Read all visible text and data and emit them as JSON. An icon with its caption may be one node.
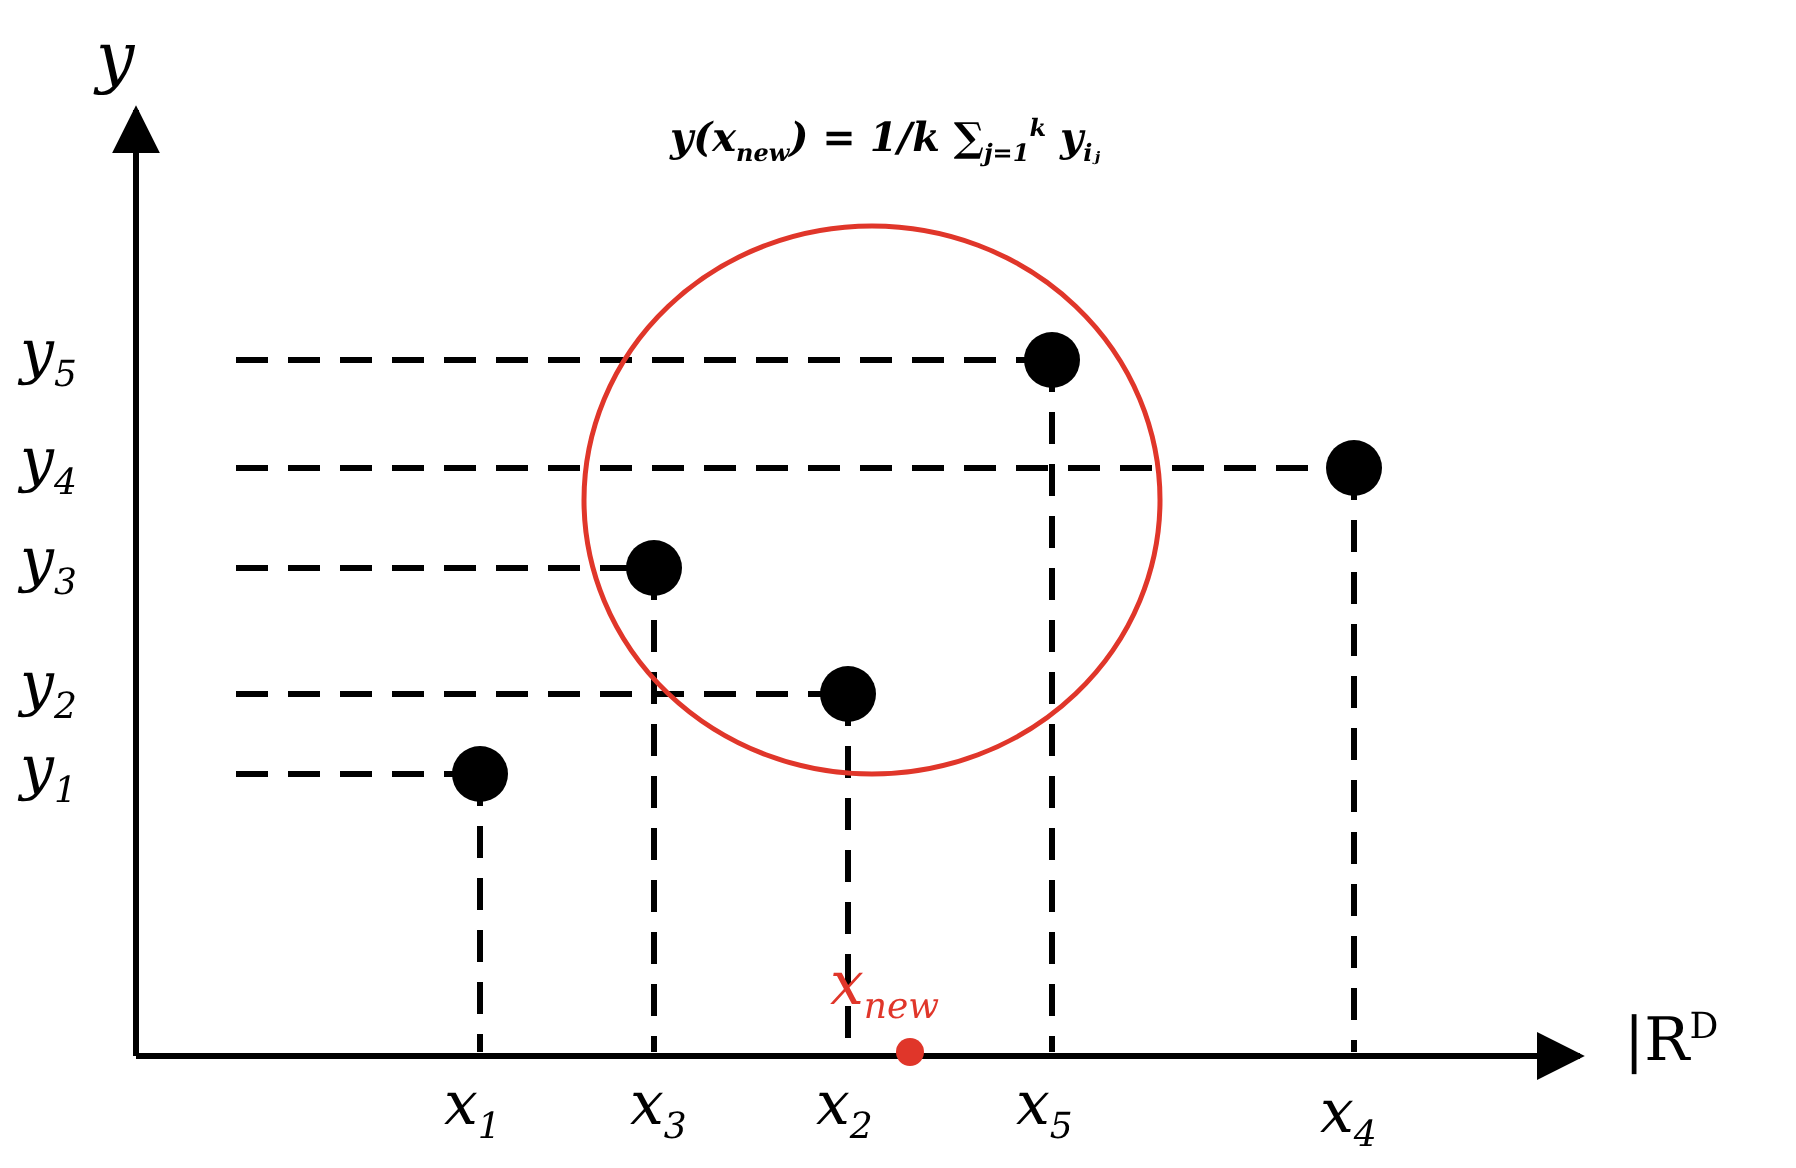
{
  "diagram": {
    "labels": [
      "y",
      "y(x$_{new}$) = 1/k ∑$_{j=1}$$^{k}$ y$_{iⱼ}$",
      "y$_{5}$",
      "y$_{4}$",
      "y$_{3}$",
      "y$_{2}$",
      "y$_{1}$",
      "x$_{new}$",
      "|R$^{D}$",
      "x$_{1}$",
      "x$_{3}$",
      "x$_{2}$",
      "x$_{5}$",
      "x$_{4}$"
    ]
  }
}
